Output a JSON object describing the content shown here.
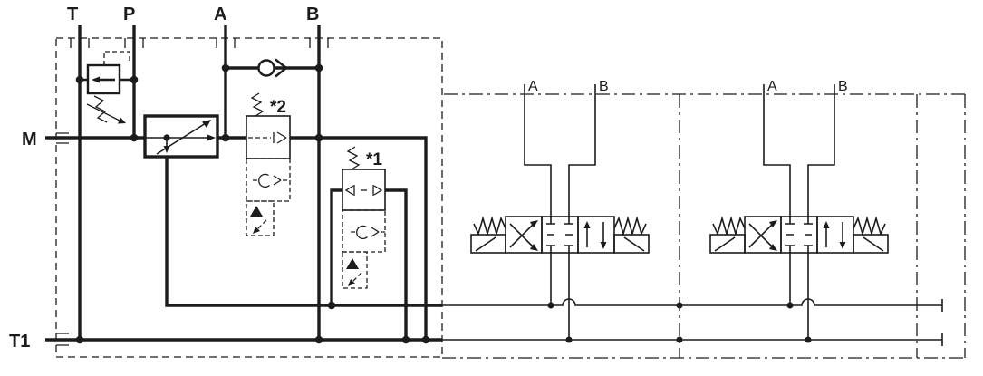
{
  "diagram": {
    "kind": "hydraulic directional control valve schematic",
    "control_block": {
      "top_ports": {
        "t": "T",
        "p": "P",
        "a": "A",
        "b": "B"
      },
      "side_ports": {
        "m": "M",
        "t1": "T1"
      },
      "valve_marks": {
        "shock_valve_2": "*2",
        "shock_valve_1": "*1"
      }
    },
    "sections": [
      {
        "name": "dcv-section-1",
        "port_a": "A",
        "port_b": "B"
      },
      {
        "name": "dcv-section-2",
        "port_a": "A",
        "port_b": "B"
      }
    ],
    "colors": {
      "line": "#1c1c1c",
      "background": "#ffffff"
    }
  }
}
